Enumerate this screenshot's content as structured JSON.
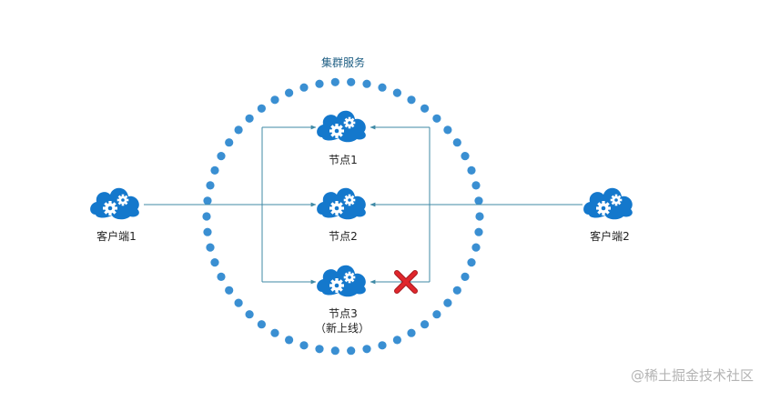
{
  "title": "集群服务",
  "nodes": [
    {
      "label": "节点1",
      "sublabel": ""
    },
    {
      "label": "节点2",
      "sublabel": ""
    },
    {
      "label": "节点3",
      "sublabel": "（新上线）"
    }
  ],
  "clients": [
    {
      "label": "客户端1"
    },
    {
      "label": "客户端2"
    }
  ],
  "watermark": "@稀土掘金技术社区",
  "colors": {
    "cloud": "#1478cc",
    "dots": "#3a8fd2",
    "line": "#3f8aa6",
    "title": "#1f5f84",
    "cross": "#e0262c"
  },
  "icons": {
    "node": "cloud-gear-icon",
    "client": "cloud-gear-icon",
    "failure": "red-x-icon"
  }
}
